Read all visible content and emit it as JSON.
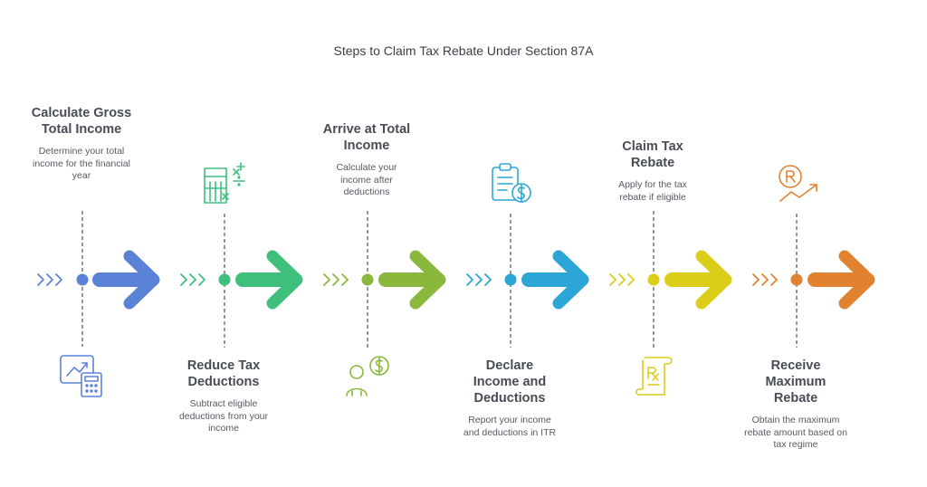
{
  "title": "Steps to Claim Tax Rebate Under Section 87A",
  "steps": [
    {
      "heading": "Calculate Gross Total Income",
      "description": "Determine your total income for the financial year",
      "color": "#5a83d8",
      "icon": "calculator-chart-icon"
    },
    {
      "heading": "Reduce Tax Deductions",
      "description": "Subtract eligible deductions from your income",
      "color": "#3ec07c",
      "icon": "math-calculation-icon"
    },
    {
      "heading": "Arrive at Total Income",
      "description": "Calculate your income after deductions",
      "color": "#8ab83c",
      "icon": "person-money-icon"
    },
    {
      "heading": "Declare Income and Deductions",
      "description": "Report your income and deductions in ITR",
      "color": "#2ba6d7",
      "icon": "clipboard-money-icon"
    },
    {
      "heading": "Claim Tax Rebate",
      "description": "Apply for the tax rebate if eligible",
      "color": "#dccd19",
      "icon": "prescription-receipt-icon"
    },
    {
      "heading": "Receive Maximum Rebate",
      "description": "Obtain the maximum rebate amount based on tax regime",
      "color": "#e0822f",
      "icon": "rupee-growth-icon"
    }
  ]
}
